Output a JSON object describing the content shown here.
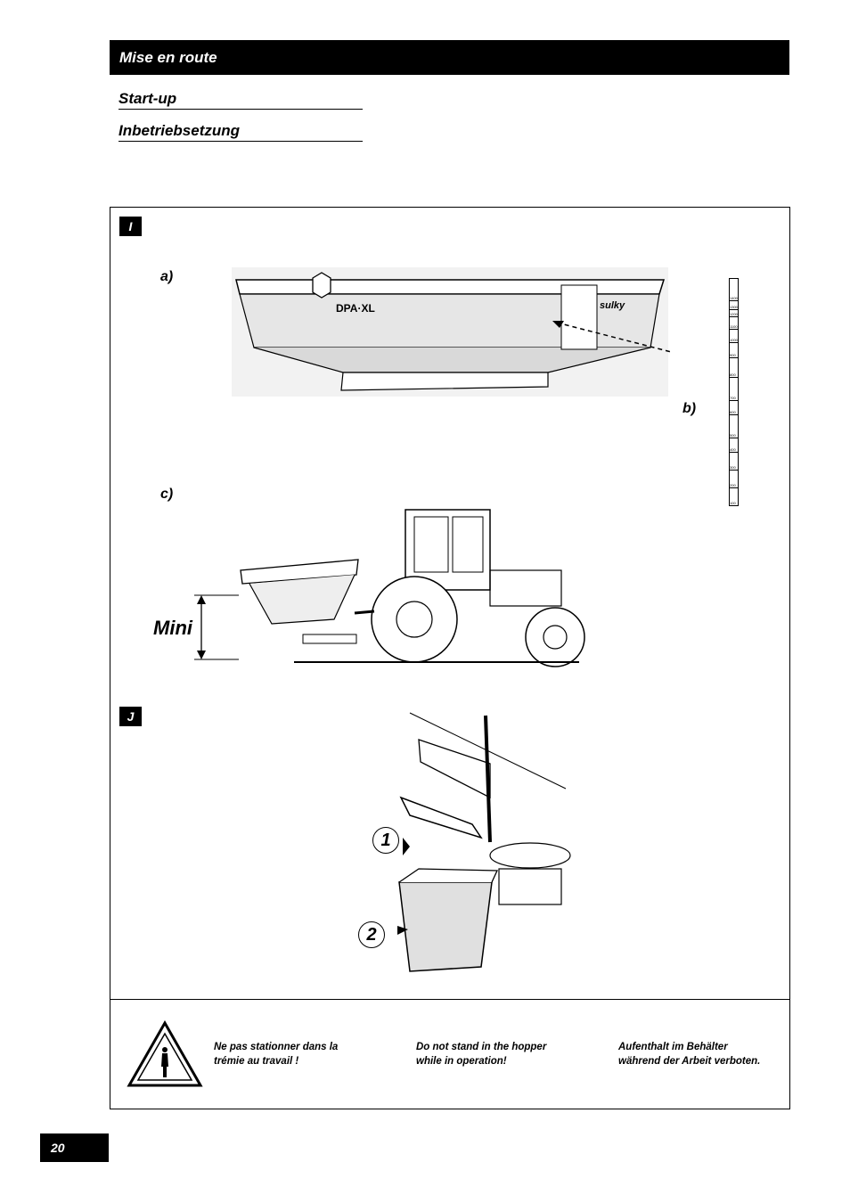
{
  "header": {
    "title": "Mise en route"
  },
  "subheadings": [
    "Start-up",
    "Inbetriebsetzung"
  ],
  "section_i": {
    "badge": "I",
    "labels": {
      "a": "a)",
      "b": "b)",
      "c": "c)"
    },
    "hopper_brand": "DPA·XL",
    "hopper_logo": "sulky",
    "scale_ticks": [
      "1400",
      "1300",
      "1200",
      "1100",
      "1000",
      "900",
      "800",
      "700",
      "600",
      "500",
      "400",
      "300",
      "200",
      "100"
    ],
    "mini_label": "Mini"
  },
  "section_j": {
    "badge": "J",
    "callouts": [
      "1",
      "2"
    ]
  },
  "warning": {
    "icon": "warning-triangle-person-icon",
    "texts": [
      "Ne pas stationner dans la\ntrémie au travail !",
      "Do not stand in the hopper\nwhile in operation!",
      "Aufenthalt im Behälter\nwährend der Arbeit verboten."
    ]
  },
  "page_number": "20"
}
